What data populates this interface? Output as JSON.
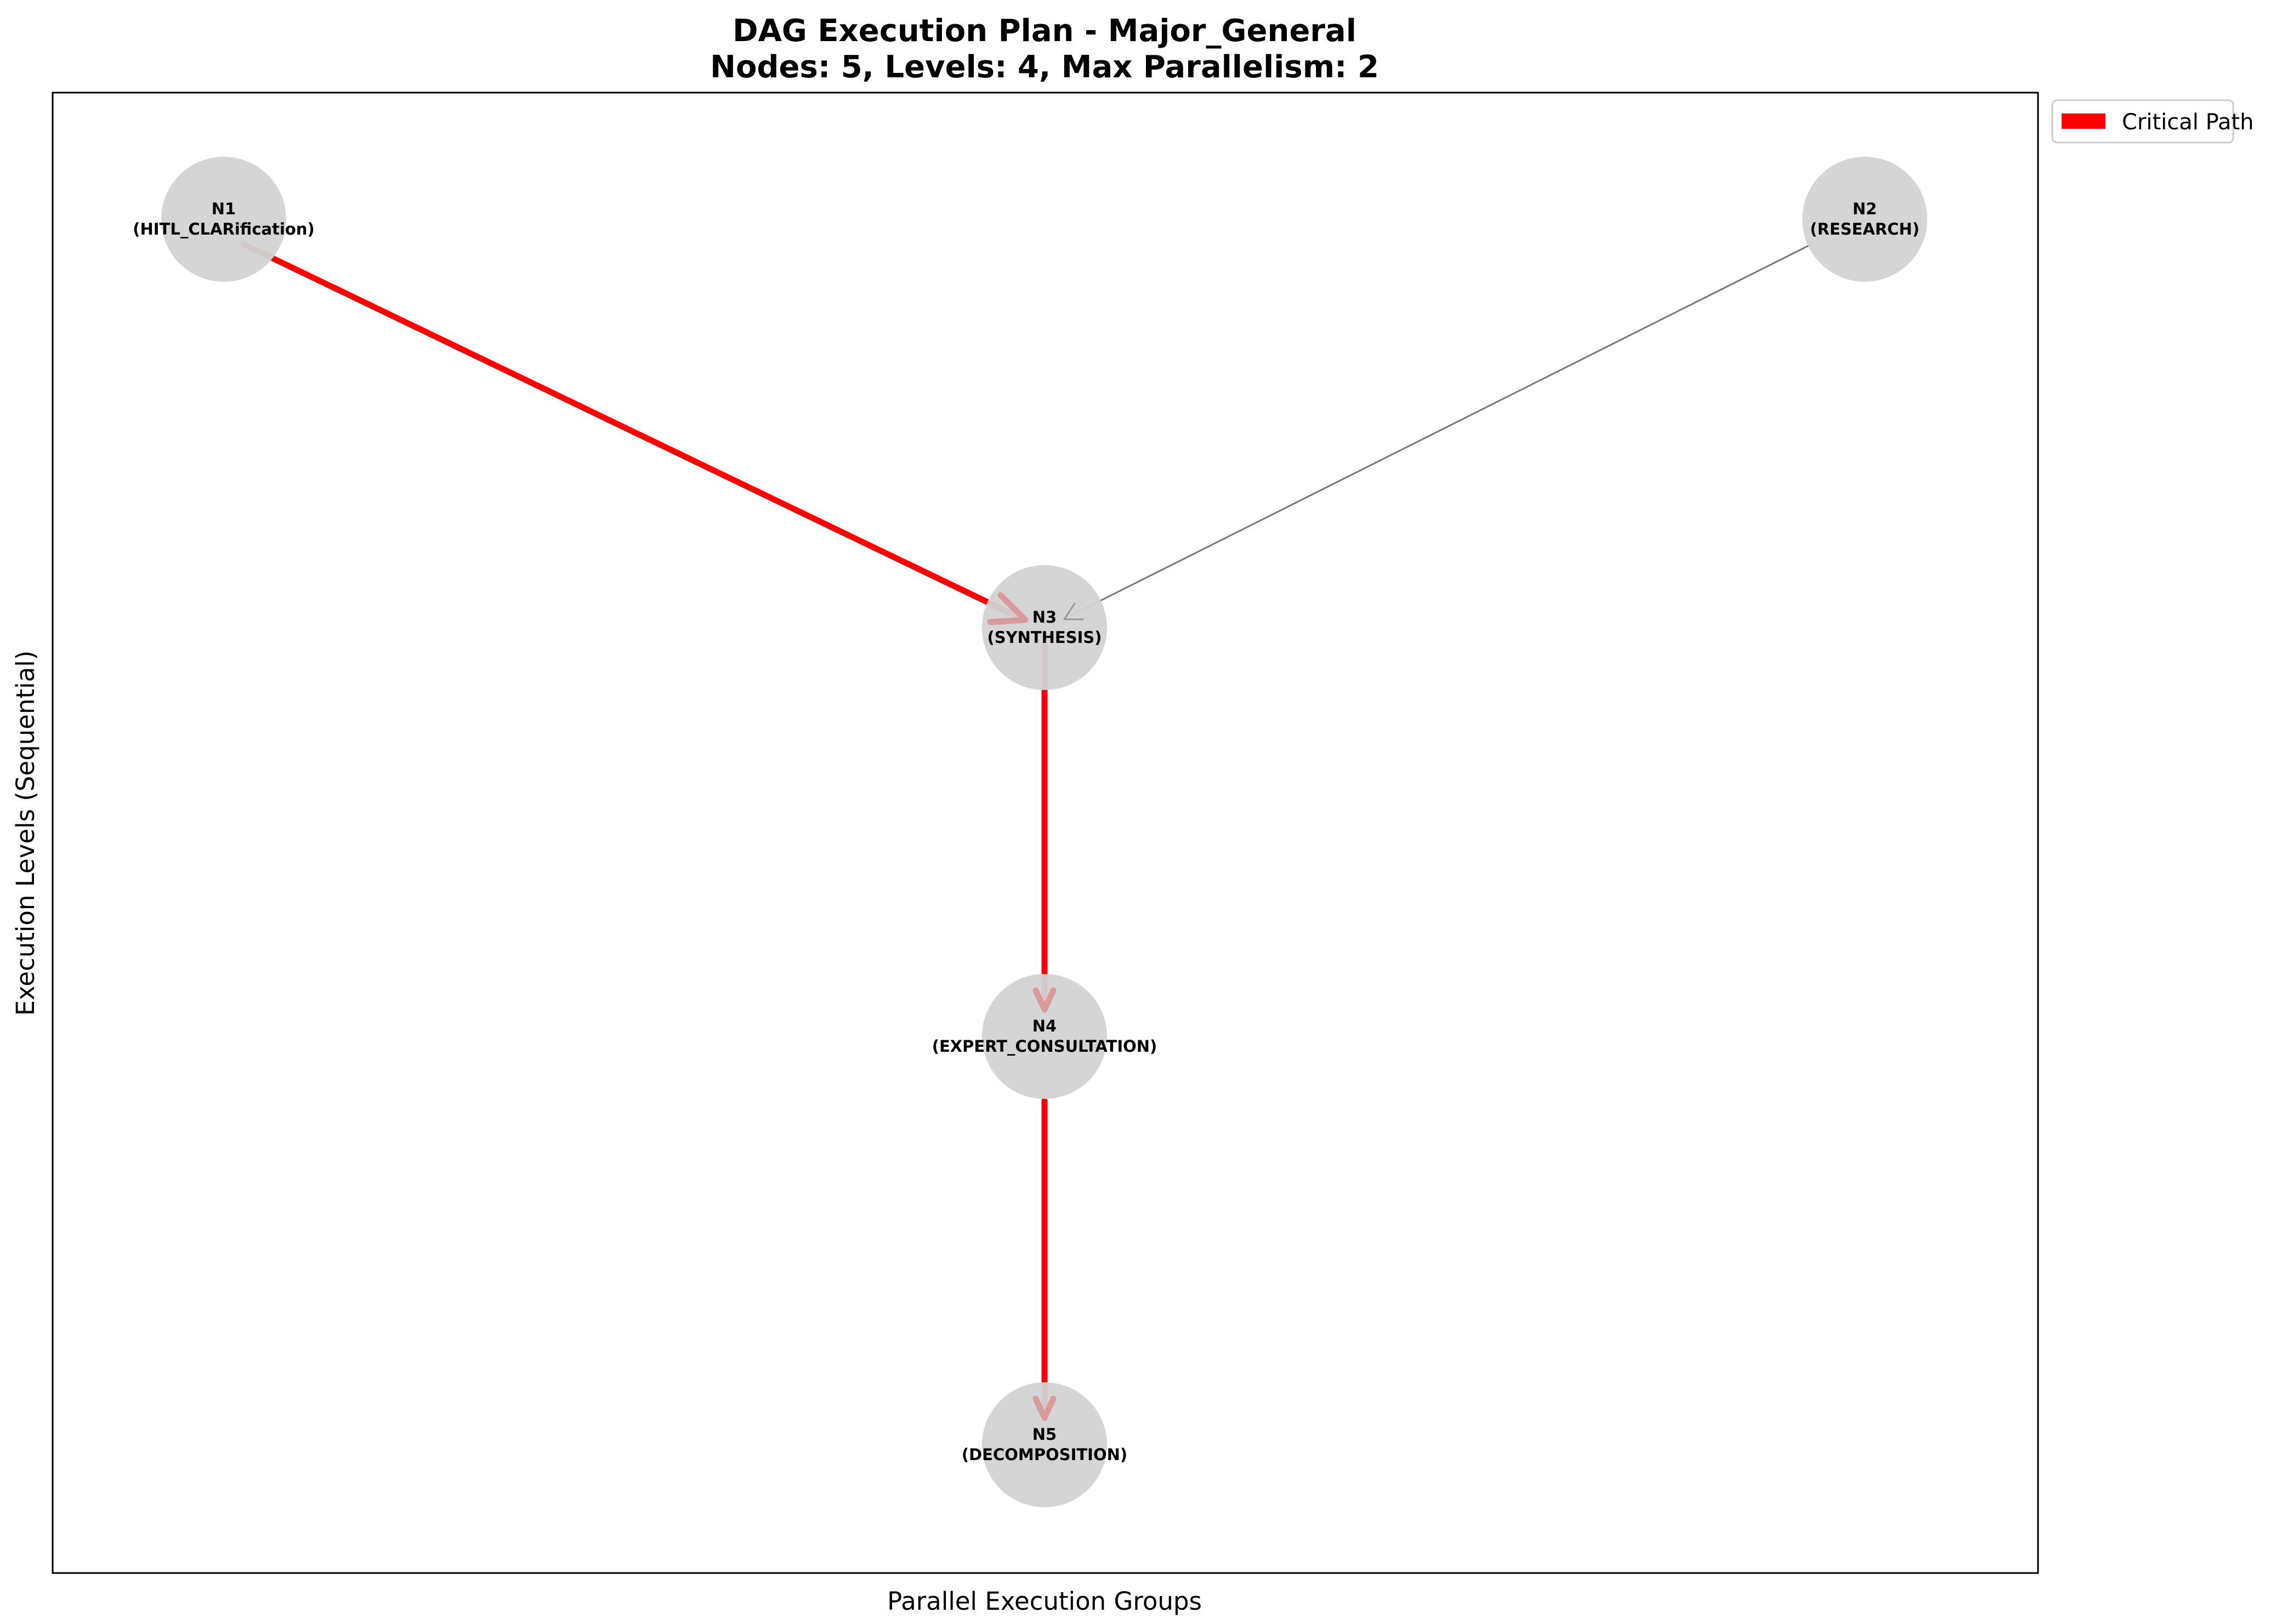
{
  "title": {
    "line1": "DAG Execution Plan - Major_General",
    "line2": "Nodes: 5, Levels: 4, Max Parallelism: 2"
  },
  "axes": {
    "xlabel": "Parallel Execution Groups",
    "ylabel": "Execution Levels (Sequential)"
  },
  "legend": {
    "items": [
      {
        "label": "Critical Path",
        "color": "#ff0000"
      }
    ]
  },
  "colors": {
    "node_fill": "#d3d3d3",
    "critical_edge": "#ff0000",
    "normal_edge": "#777777",
    "arrow_head": "#d99a9a"
  },
  "nodes": [
    {
      "id": "N1",
      "type": "(HITL_CLARification)"
    },
    {
      "id": "N2",
      "type": "(RESEARCH)"
    },
    {
      "id": "N3",
      "type": "(SYNTHESIS)"
    },
    {
      "id": "N4",
      "type": "(EXPERT_CONSULTATION)"
    },
    {
      "id": "N5",
      "type": "(DECOMPOSITION)"
    }
  ],
  "edges": [
    {
      "from": "N1",
      "to": "N3",
      "critical": true
    },
    {
      "from": "N2",
      "to": "N3",
      "critical": false
    },
    {
      "from": "N3",
      "to": "N4",
      "critical": true
    },
    {
      "from": "N4",
      "to": "N5",
      "critical": true
    }
  ]
}
